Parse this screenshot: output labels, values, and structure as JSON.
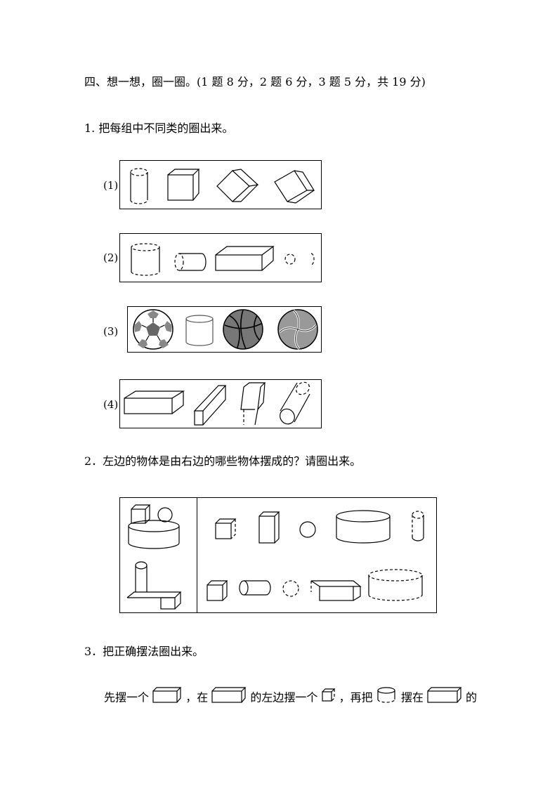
{
  "section_title": "四、想一想，圈一圈。(1 题 8 分，2 题 6 分，3 题 5 分，共 19 分)",
  "q1": {
    "prompt": "1. 把每组中不同类的圈出来。",
    "groups": [
      {
        "label": "(1)",
        "items": [
          "cylinder-upright",
          "cube",
          "cube-tilted",
          "cube-tilted"
        ]
      },
      {
        "label": "(2)",
        "items": [
          "cylinder-upright",
          "cylinder-lying",
          "cuboid-long",
          "sphere",
          "cylinder-small"
        ]
      },
      {
        "label": "(3)",
        "items": [
          "soccer-ball",
          "cylinder-upright",
          "basketball",
          "volleyball"
        ]
      },
      {
        "label": "(4)",
        "items": [
          "cuboid-long",
          "cuboid-tilted",
          "cuboid-upright",
          "cylinder-tilted"
        ]
      }
    ]
  },
  "q2": {
    "prompt": "2．左边的物体是由右边的哪些物体摆成的？请圈出来。"
  },
  "q3": {
    "prompt": "3．把正确摆法圈出来。",
    "sentence": {
      "p1": "先摆一个",
      "p2": "，在",
      "p3": "的左边摆一个",
      "p4": "，再把",
      "p5": "摆在",
      "p6": "的"
    }
  }
}
